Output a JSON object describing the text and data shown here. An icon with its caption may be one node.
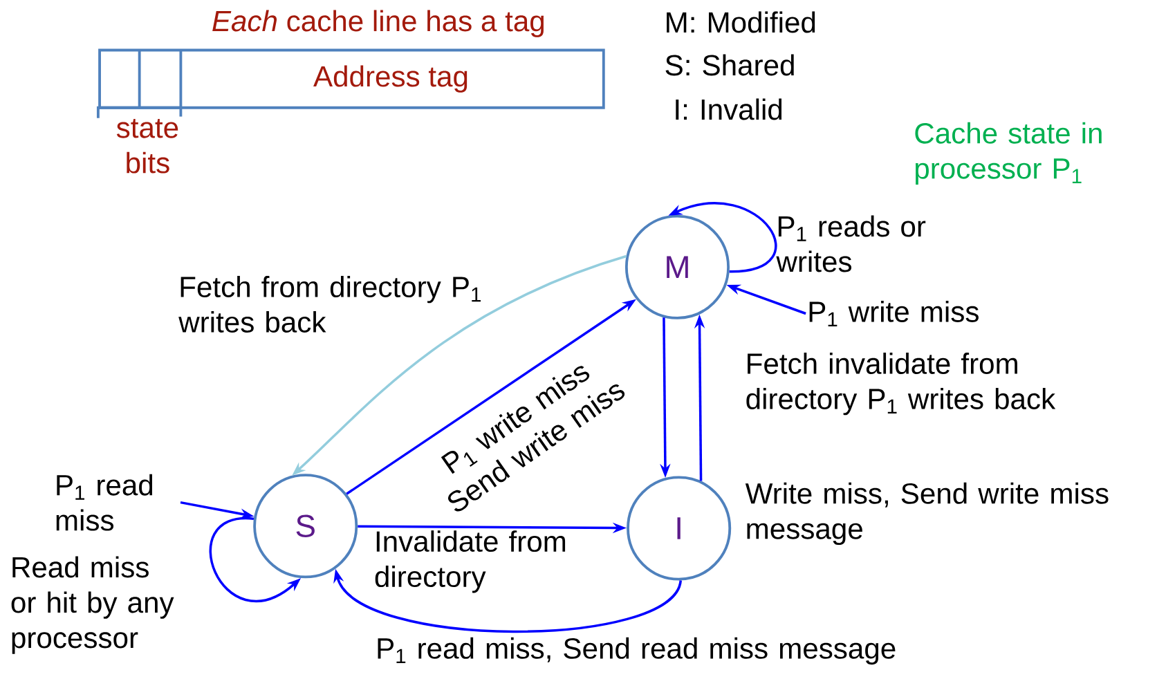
{
  "diagram": {
    "nodes": [
      {
        "text": [
          "*Each* cache line has a tag",
          "Address tag"
        ],
        "beside": [
          "state bits"
        ]
      },
      {
        "text": [
          "M"
        ]
      },
      {
        "text": [
          "P$_{1}$ write miss"
        ]
      },
      {
        "text": [
          "P$_{1}$ read miss"
        ]
      },
      {
        "text": [
          "S"
        ]
      },
      {
        "text": [
          "I"
        ]
      }
    ],
    "edges": [
      {
        "from": 1,
        "to": 1,
        "arrow": "to",
        "label": "P$_{1}$ reads or writes"
      },
      {
        "from": 2,
        "to": 1,
        "arrow": "to"
      },
      {
        "from": 4,
        "to": 1,
        "arrow": "to",
        "label": "P$_{1}$ write miss Send write miss"
      },
      {
        "from": 1,
        "to": 4,
        "arrow": "to",
        "color": "#93cddd",
        "label": "Fetch from directory P$_{1}$ writes back"
      },
      {
        "from": 1,
        "to": 5,
        "arrow": "to",
        "label": "Fetch invalidate from directory P$_{1}$ writes back"
      },
      {
        "from": 5,
        "to": 1,
        "arrow": "to",
        "label": "Write miss, Send write miss message"
      },
      {
        "from": 3,
        "to": 4,
        "arrow": "to"
      },
      {
        "from": 4,
        "to": 4,
        "arrow": "to",
        "label": "Read miss or hit by any processor"
      },
      {
        "from": 4,
        "to": 5,
        "arrow": "to",
        "label": "Invalidate from directory"
      },
      {
        "from": 5,
        "to": 4,
        "arrow": "to",
        "label": "P$_{1}$ read miss, Send read miss message"
      }
    ],
    "labels": [
      "M: Modified",
      "S: Shared",
      "I: Invalid",
      "Cache state in processor P$_{1}$"
    ]
  }
}
